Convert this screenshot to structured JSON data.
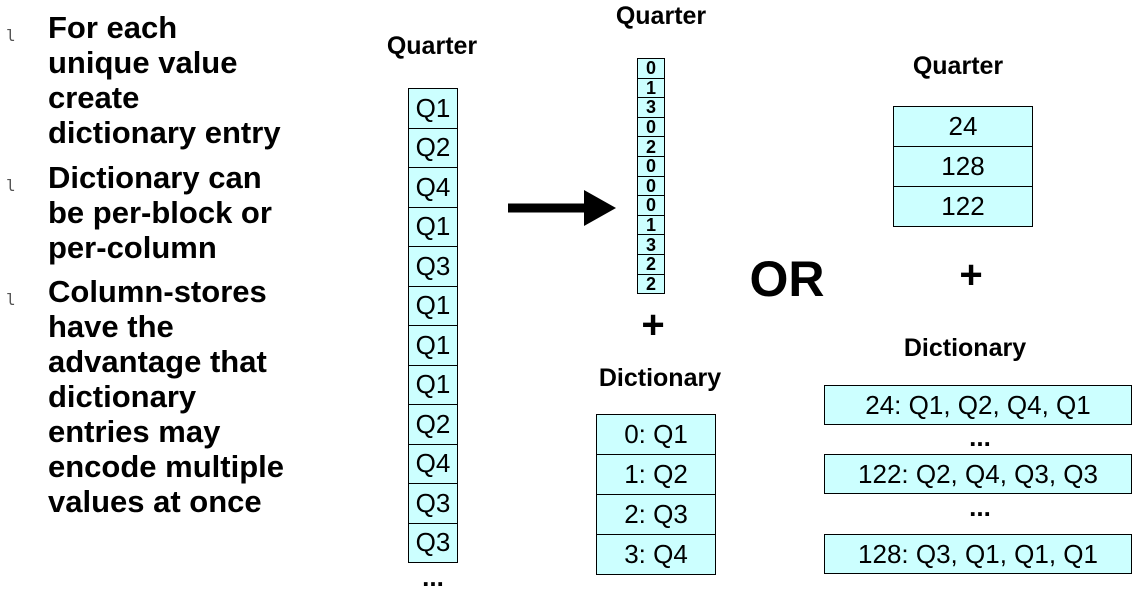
{
  "bullets": [
    {
      "mark": "l",
      "text": "For each\nunique value\ncreate\ndictionary entry"
    },
    {
      "mark": "l",
      "text": "Dictionary can\nbe per-block or\nper-column"
    },
    {
      "mark": "l",
      "text": "Column-stores\nhave the\nadvantage that\ndictionary\nentries may\nencode multiple\nvalues at once"
    }
  ],
  "original_column": {
    "heading": "Quarter",
    "values": [
      "Q1",
      "Q2",
      "Q4",
      "Q1",
      "Q3",
      "Q1",
      "Q1",
      "Q1",
      "Q2",
      "Q4",
      "Q3",
      "Q3"
    ],
    "ellipsis": "..."
  },
  "encoded_column": {
    "heading": "Quarter",
    "codes": [
      "0",
      "1",
      "3",
      "0",
      "2",
      "0",
      "0",
      "0",
      "1",
      "3",
      "2",
      "2"
    ]
  },
  "plus_sign": "+",
  "dictionary": {
    "heading": "Dictionary",
    "entries": [
      "0: Q1",
      "1: Q2",
      "2: Q3",
      "3: Q4"
    ]
  },
  "or_label": "OR",
  "multi_encoded_column": {
    "heading": "Quarter",
    "codes": [
      "24",
      "128",
      "122"
    ]
  },
  "multi_dictionary": {
    "heading": "Dictionary",
    "entries": [
      "24: Q1, Q2, Q4, Q1",
      "122: Q2, Q4, Q3, Q3",
      "128: Q3, Q1, Q1, Q1"
    ],
    "ellipsis": "..."
  }
}
